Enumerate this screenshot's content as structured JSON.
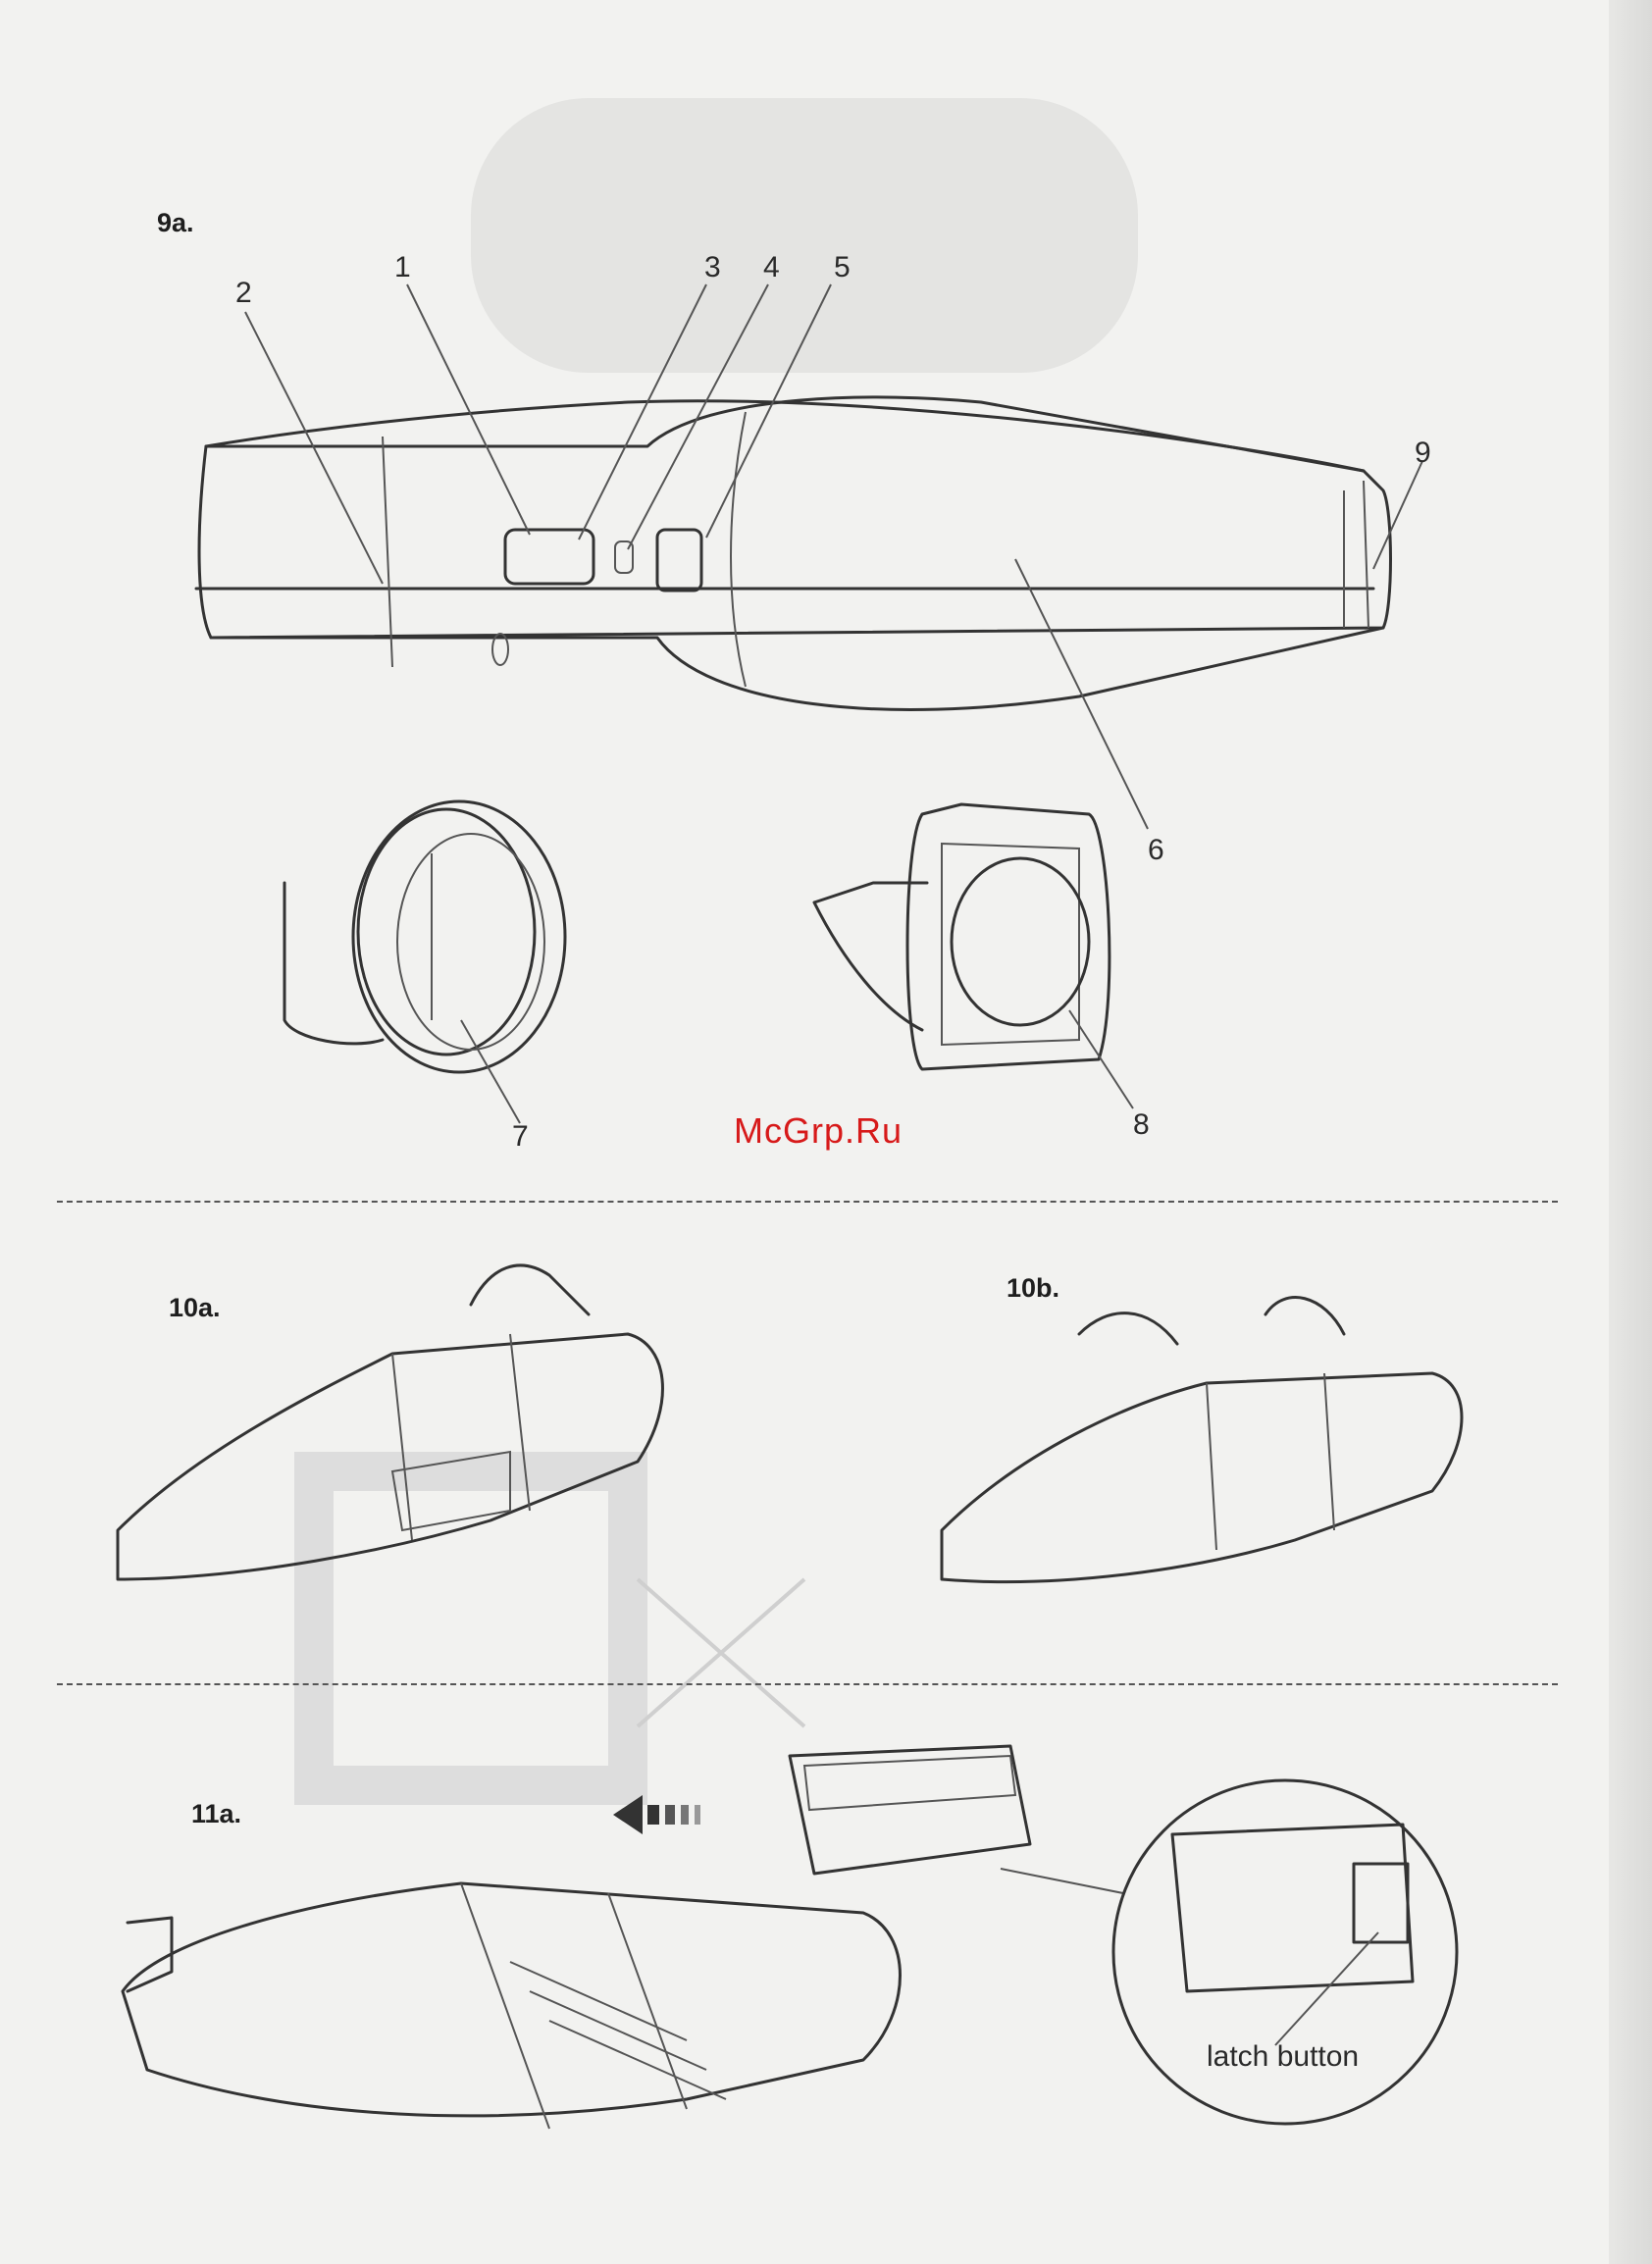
{
  "sections": {
    "s9a": "9a.",
    "s10a": "10a.",
    "s10b": "10b.",
    "s11a": "11a."
  },
  "callouts": {
    "c1": "1",
    "c2": "2",
    "c3": "3",
    "c4": "4",
    "c5": "5",
    "c6": "6",
    "c7": "7",
    "c8": "8",
    "c9": "9"
  },
  "watermark": "McGrp.Ru",
  "latch_label": "latch button"
}
